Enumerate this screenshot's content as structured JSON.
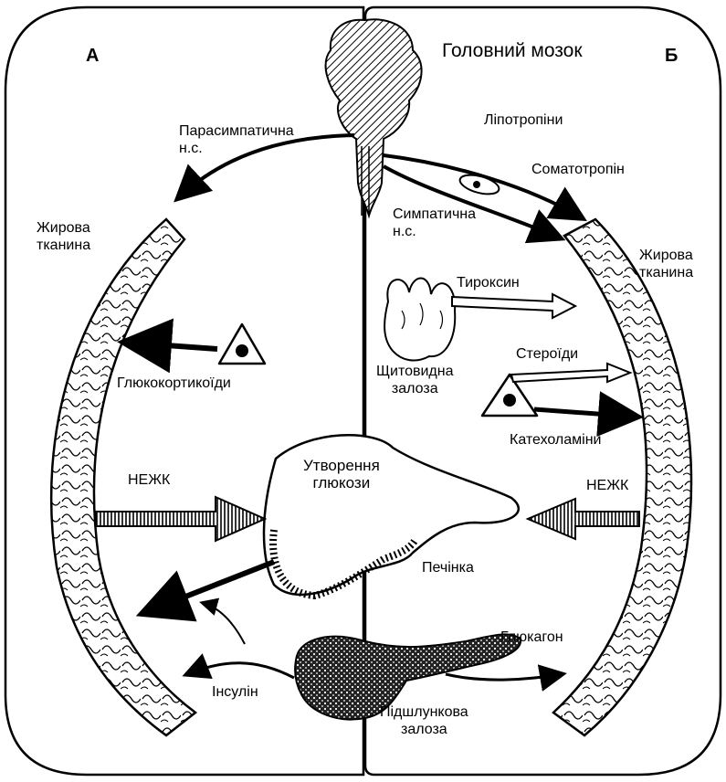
{
  "panels": {
    "left_letter": "А",
    "right_letter": "Б"
  },
  "labels": {
    "brain": "Головний мозок",
    "parasympathetic": "Парасимпатична\nн.с.",
    "lipotropins": "Ліпотропіни",
    "somatotropin": "Соматотропін",
    "sympathetic": "Симпатична\nн.с.",
    "adipose_left": "Жирова\nтканина",
    "adipose_right": "Жирова\nтканина",
    "thyroxine": "Тироксин",
    "glucocorticoids": "Глюкокортикоїди",
    "thyroid": "Щитовидна\nзалоза",
    "steroids": "Стероїди",
    "catecholamines": "Катехоламіни",
    "nefa_left": "НЕЖК",
    "nefa_right": "НЕЖК",
    "glucose_formation": "Утворення\nглюкози",
    "liver": "Печінка",
    "glucagon": "Глюкагон",
    "insulin": "Інсулін",
    "pancreas": "Підшлункова\nзалоза"
  }
}
